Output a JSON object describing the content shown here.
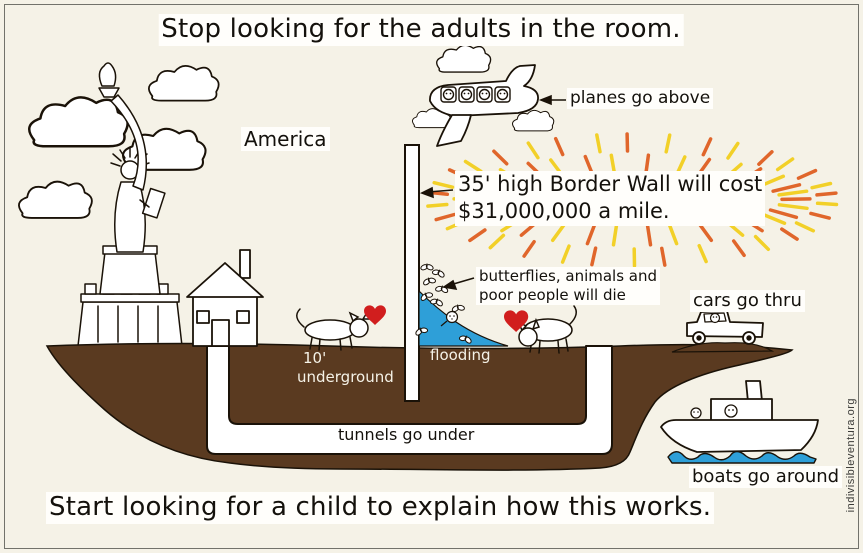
{
  "titles": {
    "top": "Stop looking for the adults in the room.",
    "bottom": "Start looking for a child to explain how this works."
  },
  "labels": {
    "america": "America",
    "planes": "planes go above",
    "wall_cost_line1": "35' high Border Wall will cost",
    "wall_cost_line2": "$31,000,000 a mile.",
    "butterflies_line1": "butterflies, animals and",
    "butterflies_line2": "poor people will die",
    "cars": "cars go thru",
    "underground_line1": "10'",
    "underground_line2": "underground",
    "flooding": "flooding",
    "tunnels": "tunnels go under",
    "boats": "boats go around"
  },
  "watermark": {
    "text": "indivisibleventura.org"
  },
  "colors": {
    "background": "#f5f2e7",
    "ink": "#1a1208",
    "ground": "#5a3a20",
    "water": "#2e9fd8",
    "heart": "#d11e1e",
    "sunburst_orange": "#e0662b",
    "sunburst_yellow": "#f2d028"
  }
}
